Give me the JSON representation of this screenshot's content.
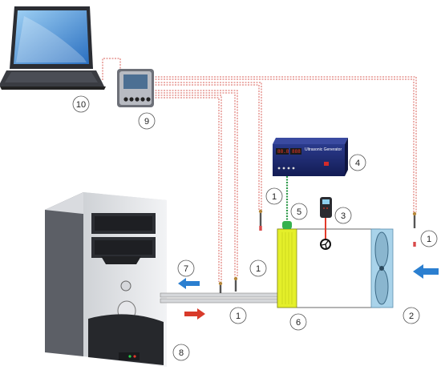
{
  "callouts": {
    "c1a": "1",
    "c1b": "1",
    "c1c": "1",
    "c1d": "1",
    "c2": "2",
    "c3": "3",
    "c4": "4",
    "c5": "5",
    "c6": "6",
    "c7": "7",
    "c8": "8",
    "c9": "9",
    "c10": "10"
  },
  "generator": {
    "label": "Ultrasonic Generator"
  },
  "colors": {
    "wire": "#d9605a",
    "signal": "#2e9a4a",
    "air_in_arrow": "#2b7fd0",
    "air_out_arrow": "#2b7fd0",
    "hot_arrow": "#d83a2a",
    "transducer": "#e4ef2a",
    "fan_housing": "#a9d3ea"
  },
  "icons": {
    "laptop": "laptop-icon",
    "data_logger": "data-logger-icon",
    "generator": "ultrasonic-generator-icon",
    "anemometer": "anemometer-icon",
    "fan": "fan-icon",
    "computer_tower": "computer-tower-icon",
    "thermocouple": "thermocouple-icon"
  }
}
